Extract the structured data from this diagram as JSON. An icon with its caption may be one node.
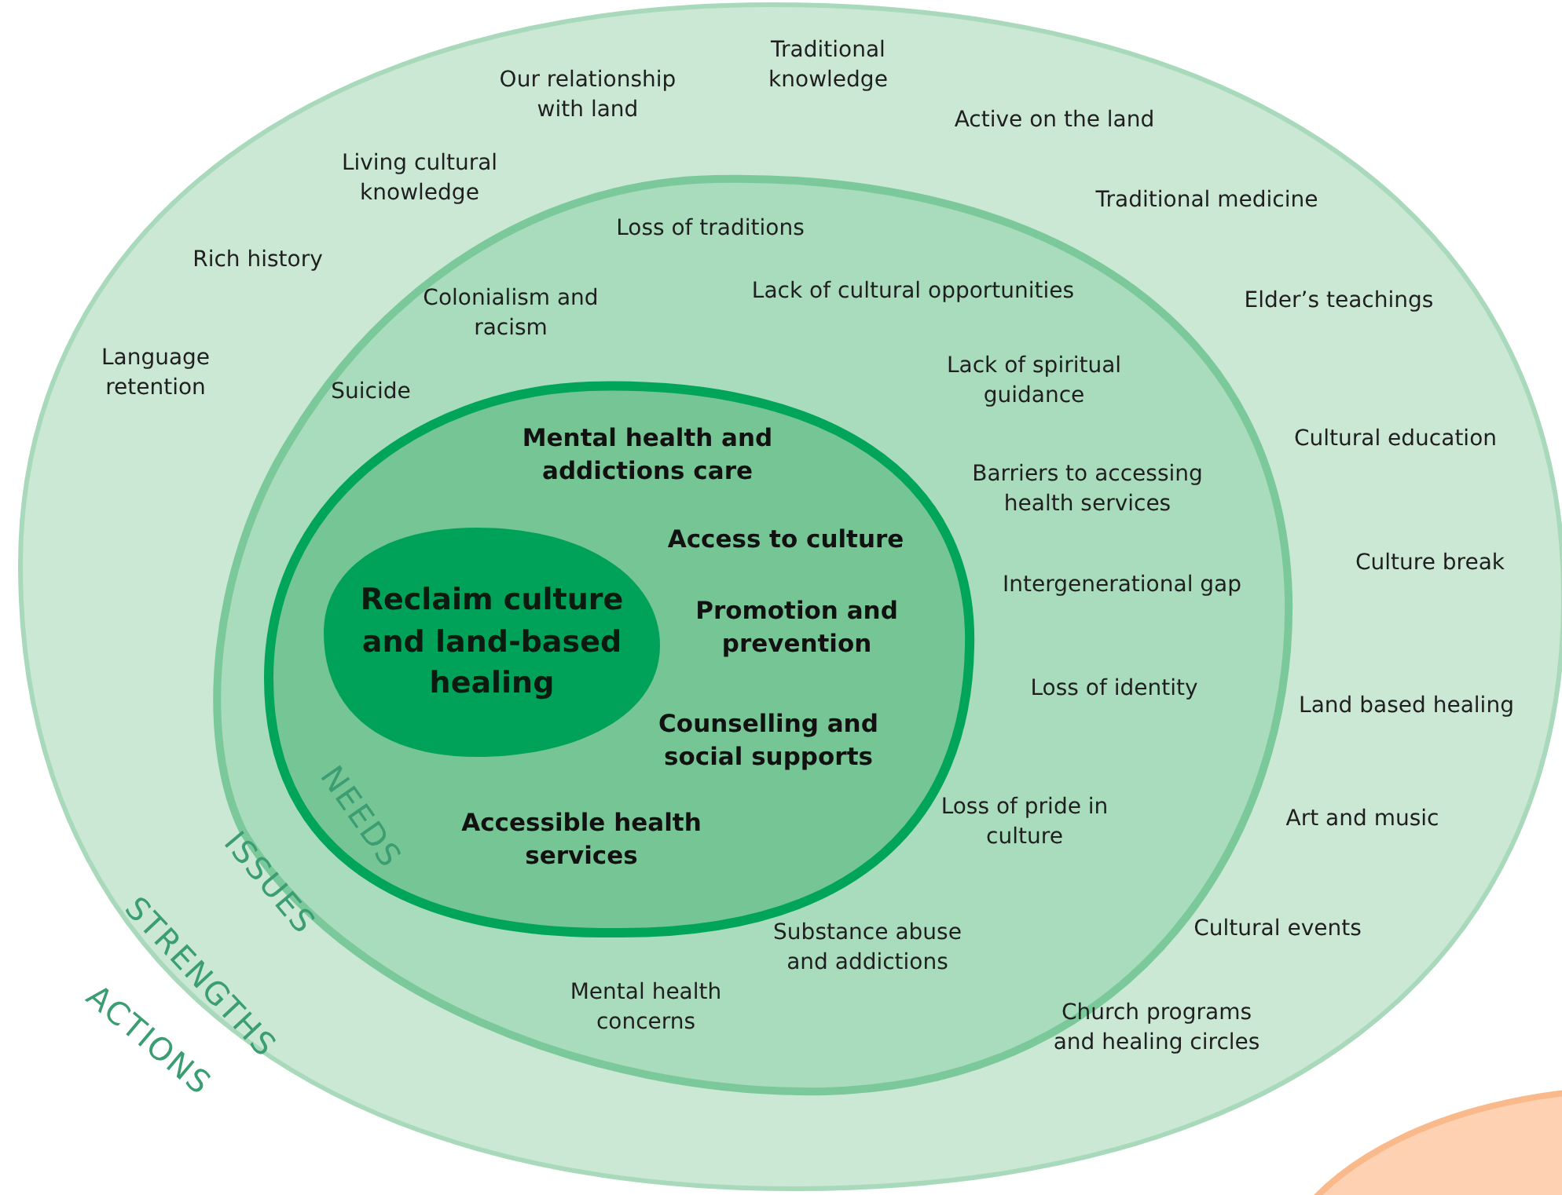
{
  "diagram": {
    "nodes": [
      {
        "text": [
          "STRENGTHS"
        ]
      },
      {
        "text": [
          "ISSUES"
        ],
        "in": 0
      },
      {
        "text": [
          "NEEDS"
        ],
        "in": 1
      },
      {
        "text": [
          "Reclaim culture and land-based healing"
        ],
        "in": 2
      },
      {
        "text": [],
        "shape": "circle"
      }
    ],
    "labels": [
      "Traditional knowledge",
      "Our relationship with land",
      "Active on the land",
      "Living cultural knowledge",
      "Traditional medicine",
      "Loss of traditions",
      "Rich history",
      "Lack of cultural opportunities",
      "Elder’s teachings",
      "Colonialism and racism",
      "Language retention",
      "Lack of spiritual guidance",
      "Suicide",
      "Cultural education",
      "Mental health and addictions care",
      "Barriers to accessing health services",
      "Access to culture",
      "Culture break",
      "Intergenerational gap",
      "Promotion and prevention",
      "Loss of identity",
      "Land based healing",
      "Counselling and social supports",
      "Art and music",
      "Loss of pride in culture",
      "Accessible health services",
      "Cultural events",
      "Substance abuse and addictions",
      "Mental health concerns",
      "Church programs and healing circles",
      "ACTIONS"
    ]
  }
}
